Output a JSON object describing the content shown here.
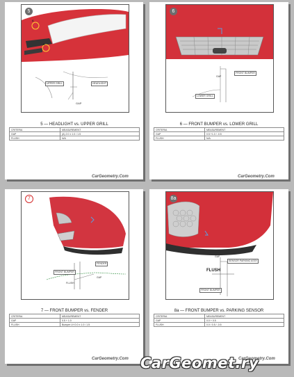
{
  "pages": [
    {
      "number": "5",
      "callouts": [
        "A",
        "B"
      ],
      "diagram_labels": [
        "UPPER GRILL",
        "HEADLIGHT",
        "GAP"
      ],
      "caption": "5 — HEADLIGHT vs. UPPER GRILL",
      "table": [
        [
          "CRITERIA",
          "MEASUREMENT"
        ],
        [
          "GAP",
          "(A) 2.0 ± 1.0 / 1.5"
        ],
        [
          "FLUSH",
          "N/A"
        ]
      ],
      "watermark": "CarGeometry.Com"
    },
    {
      "number": "6",
      "diagram_labels": [
        "FRONT BUMPER",
        "GAP",
        "LOWER GRILL"
      ],
      "caption": "6 — FRONT BUMPER vs. LOWER GRILL",
      "table": [
        [
          "CRITERIA",
          "MEASUREMENT"
        ],
        [
          "GAP",
          "0.5 +1.0 / -0.5"
        ],
        [
          "FLUSH",
          "N/A"
        ]
      ],
      "watermark": "CarGeometry.Com"
    },
    {
      "number": "7",
      "diagram_labels": [
        "FRONT BUMPER",
        "FENDER",
        "FLUSH",
        "GAP"
      ],
      "caption": "7 — FRONT BUMPER vs. FENDER",
      "table": [
        [
          "CRITERIA",
          "MEASUREMENT"
        ],
        [
          "GAP",
          "0.5 + 1.0"
        ],
        [
          "FLUSH",
          "Bumper LH 0.0 ± 1.0 / 1.5"
        ]
      ],
      "watermark": "CarGeometry.Com"
    },
    {
      "number": "8a",
      "diagram_labels": [
        "GAP",
        "SENSOR PARKING ASSY",
        "FLUSH",
        "FRONT BUMPER"
      ],
      "caption": "8a — FRONT BUMPER vs. PARKING SENSOR",
      "table": [
        [
          "CRITERIA",
          "MEASUREMENT"
        ],
        [
          "GAP",
          "0.0 + 0.5"
        ],
        [
          "FLUSH",
          "0.0 / 0.5 / -0.5"
        ]
      ],
      "watermark": "CarGeometry.Com"
    }
  ],
  "footer_watermark": "CarGeomet.ry"
}
